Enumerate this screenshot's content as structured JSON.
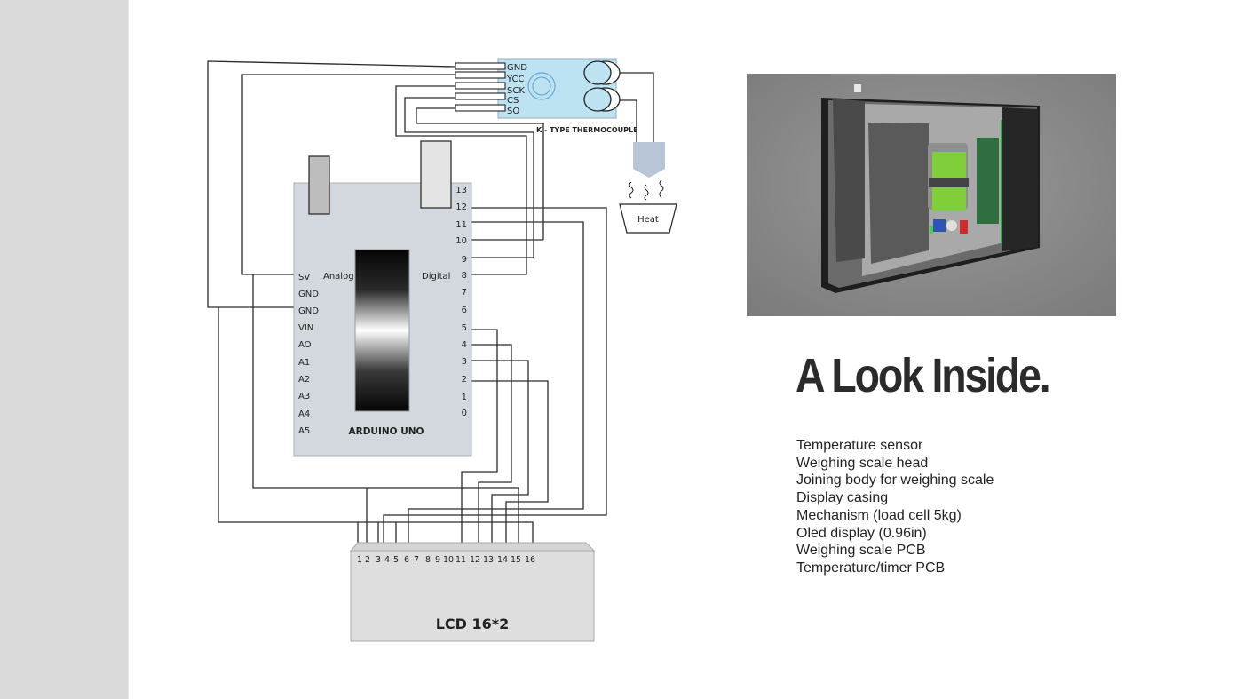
{
  "slide": {
    "headline": "A Look Inside.",
    "parts_list": [
      "Temperature sensor",
      "Weighing scale head",
      "Joining body for weighing scale",
      "Display casing",
      "Mechanism (load cell 5kg)",
      "Oled display (0.96in)",
      "Weighing scale PCB",
      "Temperature/timer PCB"
    ],
    "render_image": "weighing-scale-cutaway-render"
  },
  "schematic": {
    "thermocouple": {
      "title": "K - TYPE THERMOCOUPLE",
      "pins": [
        "GND",
        "YCC",
        "SCK",
        "CS",
        "SO"
      ],
      "color": "#bde3f2"
    },
    "heat_label": "Heat",
    "probe_color": "#b8c5d6",
    "arduino": {
      "title": "ARDUINO UNO",
      "analog_label": "Analog",
      "digital_label": "Digital",
      "left_pins": [
        "SV",
        "GND",
        "GND",
        "VIN",
        "AO",
        "A1",
        "A2",
        "A3",
        "A4",
        "A5"
      ],
      "right_pins": [
        "13",
        "12",
        "11",
        "10",
        "9",
        "8",
        "7",
        "6",
        "5",
        "4",
        "3",
        "2",
        "1",
        "0"
      ],
      "color": "#d2d8de"
    },
    "lcd": {
      "title": "LCD  16*2",
      "pins": [
        "1",
        "2",
        "3",
        "4",
        "5",
        "6",
        "7",
        "8",
        "9",
        "10",
        "11",
        "12",
        "13",
        "14",
        "15",
        "16"
      ],
      "color": "#dedede"
    }
  }
}
